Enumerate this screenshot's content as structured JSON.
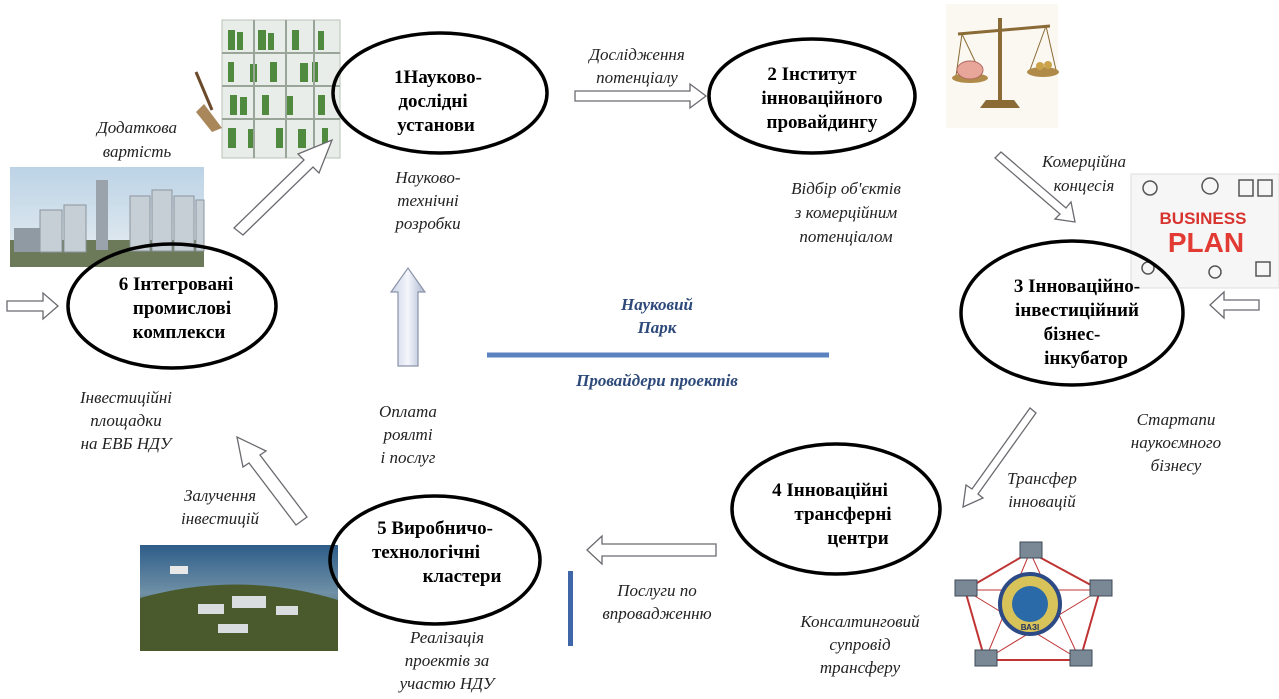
{
  "nodes": [
    {
      "id": "n1",
      "lines": [
        "1Науково-",
        "дослідні",
        "установи"
      ]
    },
    {
      "id": "n2",
      "lines": [
        "2 Інститут",
        "інноваційного",
        "провайдингу"
      ]
    },
    {
      "id": "n3",
      "lines": [
        "3 Інноваційно-",
        "інвестиційний",
        "бізнес-",
        "інкубатор"
      ]
    },
    {
      "id": "n4",
      "lines": [
        "4 Інноваційні",
        "трансферні",
        "центри"
      ]
    },
    {
      "id": "n5",
      "lines": [
        "5 Виробничо-",
        "технологічні",
        "кластери"
      ]
    },
    {
      "id": "n6",
      "lines": [
        "6 Інтегровані",
        "промислові",
        "комплекси"
      ]
    }
  ],
  "captions": {
    "dodatkova": [
      "Додаткова",
      "вартість"
    ],
    "doslidzhennya": [
      "Дослідження",
      "потенціалу"
    ],
    "naukovo_tekhnichni": [
      "Науково-",
      "технічні",
      "розробки"
    ],
    "vidbir": [
      "Відбір об'єктів",
      "з комерційним",
      "потенціалом"
    ],
    "komertsiyna": [
      "Комерційна",
      "концесія"
    ],
    "startapy": [
      "Стартапи",
      "наукоємного",
      "бізнесу"
    ],
    "transfer": [
      "Трансфер",
      "інновацій"
    ],
    "konsaltynhovyi": [
      "Консалтинговий",
      "супровід",
      "трансферу"
    ],
    "posluhy": [
      "Послуги по",
      "впровадженню"
    ],
    "realizatsiya": [
      "Реалізація",
      "проектів за",
      "участю НДУ"
    ],
    "oplata": [
      "Оплата",
      "роялті",
      "і послуг"
    ],
    "zaluchennya": [
      "Залучення",
      "інвестицій"
    ],
    "investytsiini": [
      "Інвестиційні",
      "площадки",
      "на ЕВБ НДУ"
    ]
  },
  "center": {
    "title_lines": [
      "Науковий",
      "Парк"
    ],
    "subtitle": "Провайдери проектів"
  },
  "images": {
    "bookshelf": "bookshelf-image",
    "scales": "scales-brain-image",
    "business_plan": "business-plan-image",
    "network": "network-diagram-image",
    "factory": "grain-silos-image",
    "aerial": "aerial-cluster-image"
  },
  "business_plan_word": [
    "BUSINESS",
    "PLAN"
  ],
  "network_badge": "ВАЗІ",
  "colors": {
    "center_line": "#5b83c0",
    "arrow_fill": "#ffffff",
    "arrow_stroke": "#6a6a70",
    "center_text": "#2e4a7a",
    "bar": "#3e66a8"
  }
}
